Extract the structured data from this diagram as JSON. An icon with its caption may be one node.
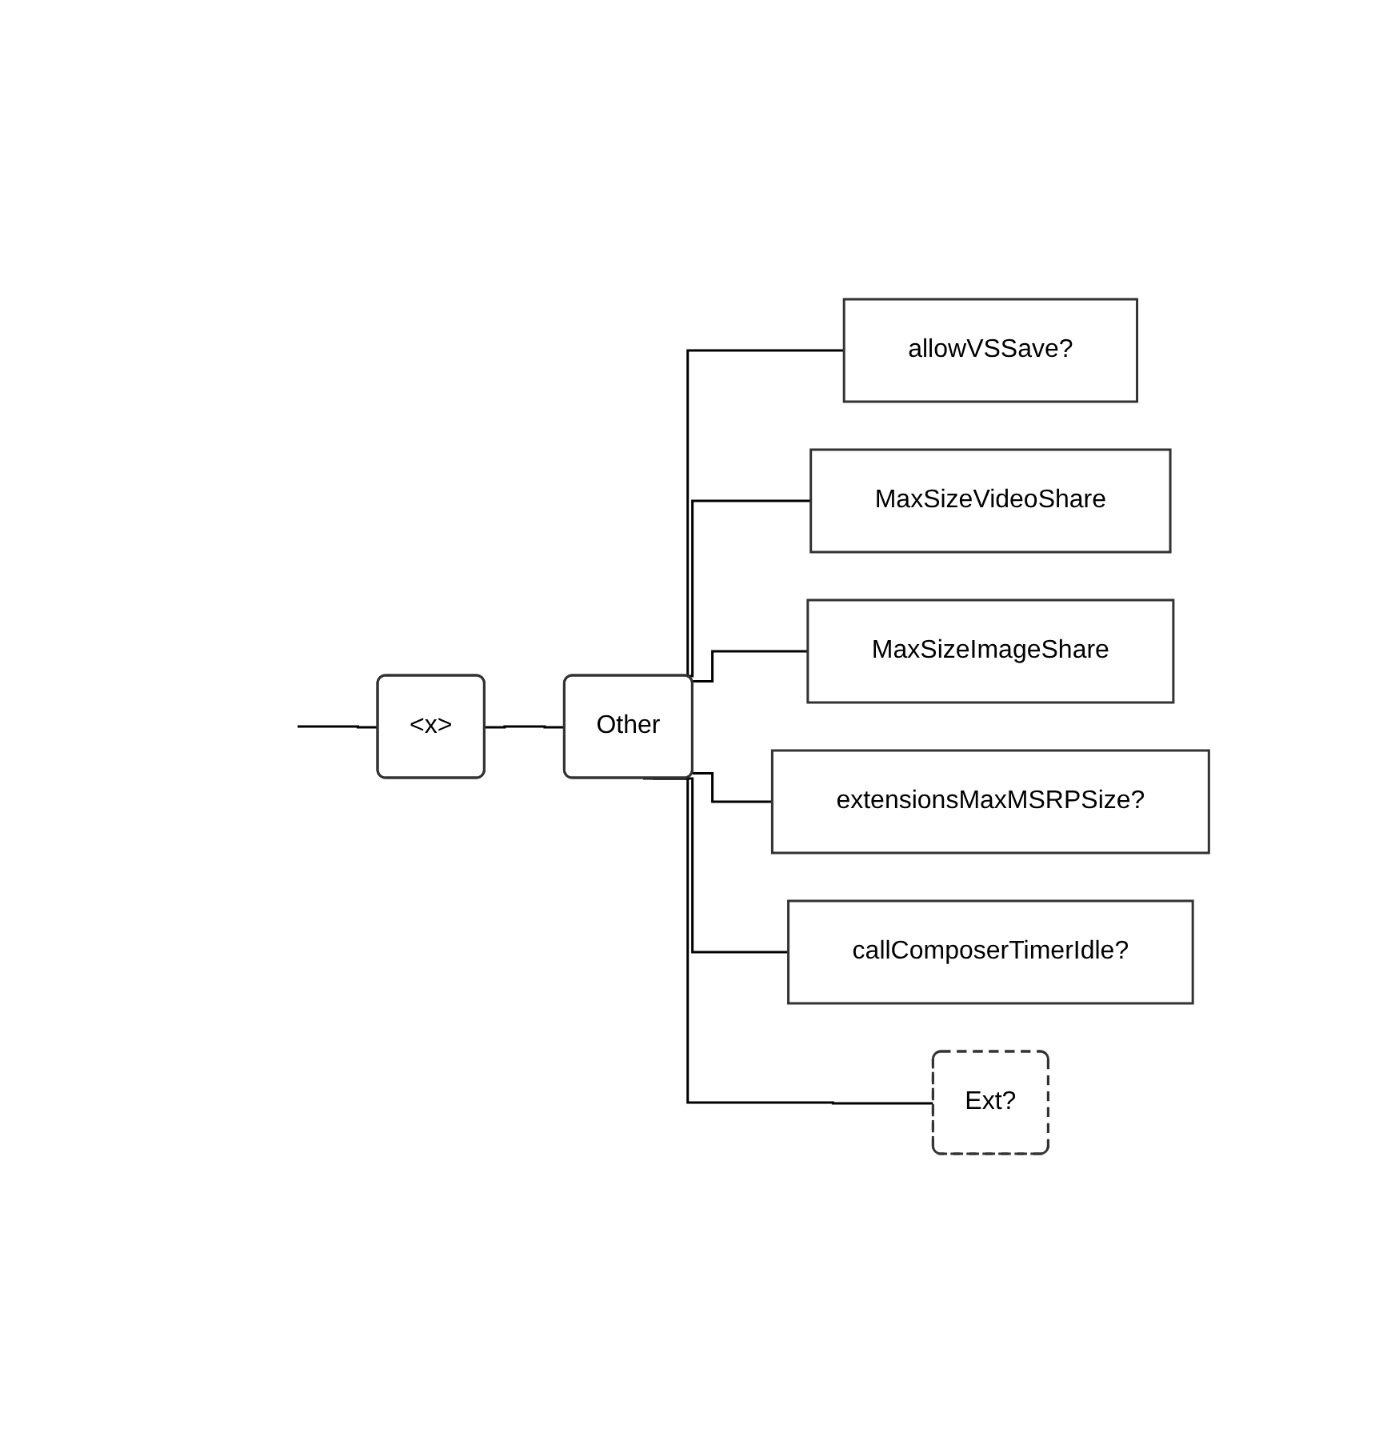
{
  "diagram": {
    "nodes": [
      {
        "text": [
          "<x>"
        ]
      },
      {
        "text": [
          "Other"
        ]
      },
      {
        "text": [
          "allowVSSave?"
        ]
      },
      {
        "text": [
          "MaxSizeVideoShare"
        ]
      },
      {
        "text": [
          "MaxSizeImageShare"
        ]
      },
      {
        "text": [
          "extensionsMaxMSRPSize?"
        ]
      },
      {
        "text": [
          "callComposerTimerIdle?"
        ]
      },
      {
        "text": [
          "Ext?"
        ]
      }
    ],
    "edges": [
      {
        "from": null,
        "to": 0,
        "arrow": "none"
      },
      {
        "from": 0,
        "to": 1,
        "arrow": "none"
      },
      {
        "from": 1,
        "to": 2,
        "arrow": "none"
      },
      {
        "from": 1,
        "to": 3,
        "arrow": "none"
      },
      {
        "from": 1,
        "to": 4,
        "arrow": "none"
      },
      {
        "from": 1,
        "to": 5,
        "arrow": "none"
      },
      {
        "from": 1,
        "to": 6,
        "arrow": "none"
      },
      {
        "from": 1,
        "to": 7,
        "arrow": "none"
      }
    ]
  }
}
